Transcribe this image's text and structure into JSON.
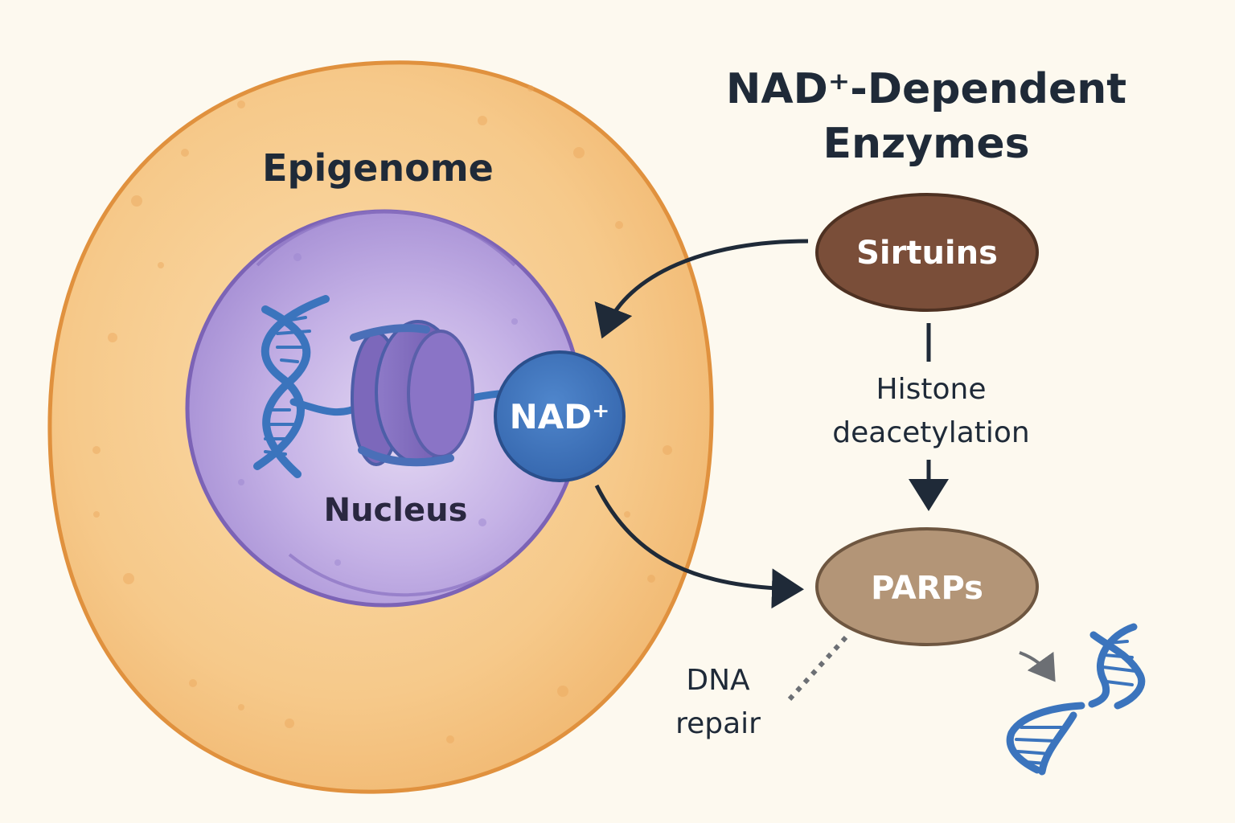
{
  "title": {
    "line1": "NAD⁺-Dependent",
    "line2": "Enzymes"
  },
  "cell": {
    "label": "Epigenome"
  },
  "nucleus": {
    "label": "Nucleus"
  },
  "nad": {
    "label": "NAD⁺"
  },
  "sirtuins": {
    "label": "Sirtuins"
  },
  "parps": {
    "label": "PARPs"
  },
  "histone": {
    "line1": "Histone",
    "line2": "deacetylation"
  },
  "dna_repair": {
    "line1": "DNA",
    "line2": "repair"
  },
  "colors": {
    "background": "#fdf9ef",
    "cell_fill": "#f6c98a",
    "cell_border": "#e0913e",
    "nucleus_fill": "#b8a3dd",
    "nucleus_border": "#7c63b6",
    "nad_fill": "#3f73bb",
    "sirtuins_fill": "#7a4e39",
    "parps_fill": "#b39577",
    "dna": "#3b74bd",
    "text_dark": "#1f2a38",
    "arrow": "#1f2a38"
  }
}
